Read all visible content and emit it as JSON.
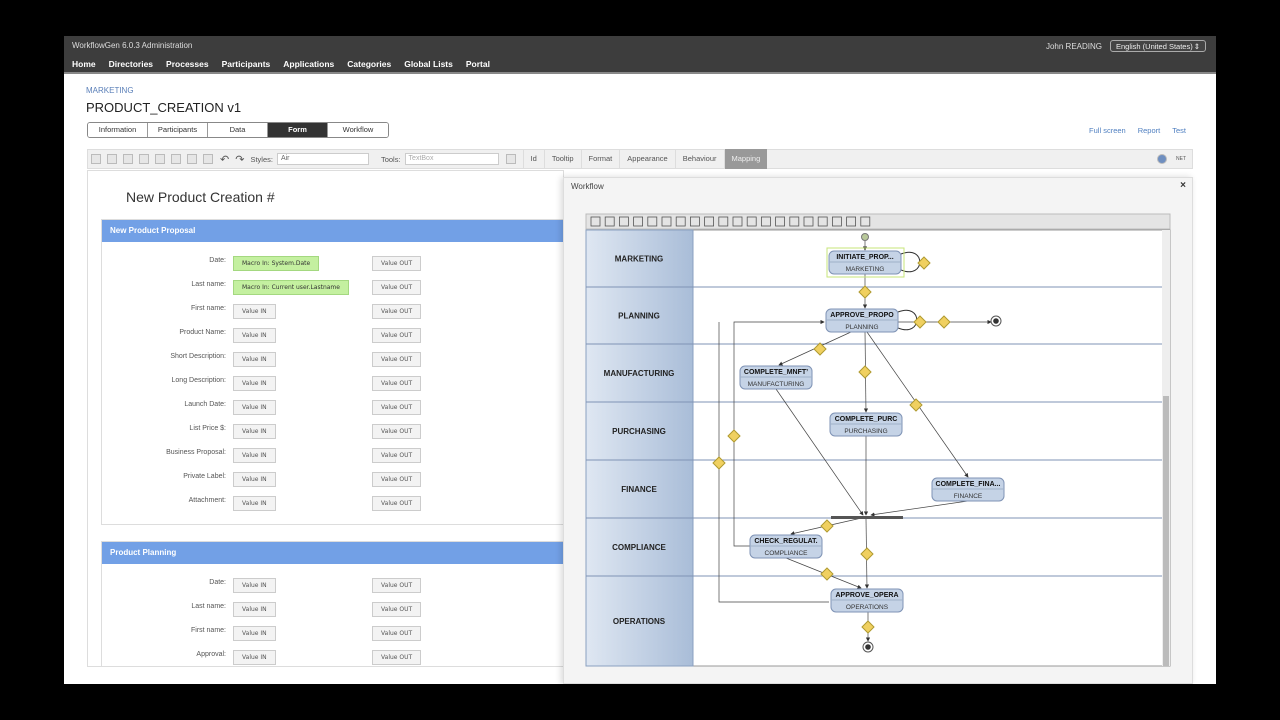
{
  "app": {
    "title": "WorkflowGen 6.0.3 Administration",
    "user": "John READING",
    "language": "English (United States)"
  },
  "nav": [
    "Home",
    "Directories",
    "Processes",
    "Participants",
    "Applications",
    "Categories",
    "Global Lists",
    "Portal"
  ],
  "breadcrumb": "MARKETING",
  "page_title": "PRODUCT_CREATION v1",
  "tabs": [
    {
      "label": "Information"
    },
    {
      "label": "Participants"
    },
    {
      "label": "Data"
    },
    {
      "label": "Form",
      "active": true
    },
    {
      "label": "Workflow"
    }
  ],
  "links": [
    "Full screen",
    "Report",
    "Test"
  ],
  "toolbar": {
    "styles_label": "Styles:",
    "styles_value": "Air",
    "tools_label": "Tools:",
    "tools_value": "TextBox",
    "tabs": [
      "Id",
      "Tooltip",
      "Format",
      "Appearance",
      "Behaviour",
      "Mapping"
    ],
    "active_tab": "Mapping",
    "net_label": "NET"
  },
  "form": {
    "title": "New Product Creation #",
    "sections": [
      {
        "title": "New Product Proposal",
        "rows": [
          {
            "label": "Date:",
            "in": "Macro In: System.Date",
            "macro": true,
            "out": "Value OUT"
          },
          {
            "label": "Last name:",
            "in": "Macro In: Current user.Lastname",
            "macro": true,
            "out": "Value OUT"
          },
          {
            "label": "First name:",
            "in": "Value IN",
            "out": "Value OUT"
          },
          {
            "label": "Product Name:",
            "in": "Value IN",
            "out": "Value OUT"
          },
          {
            "label": "Short Description:",
            "in": "Value IN",
            "out": "Value OUT"
          },
          {
            "label": "Long Description:",
            "in": "Value IN",
            "out": "Value OUT"
          },
          {
            "label": "Launch Date:",
            "in": "Value IN",
            "out": "Value OUT"
          },
          {
            "label": "List Price $:",
            "in": "Value IN",
            "out": "Value OUT"
          },
          {
            "label": "Business Proposal:",
            "in": "Value IN",
            "out": "Value OUT"
          },
          {
            "label": "Private Label:",
            "in": "Value IN",
            "out": "Value OUT"
          },
          {
            "label": "Attachment:",
            "in": "Value IN",
            "out": "Value OUT"
          }
        ]
      },
      {
        "title": "Product Planning",
        "rows": [
          {
            "label": "Date:",
            "in": "Value IN",
            "out": "Value OUT"
          },
          {
            "label": "Last name:",
            "in": "Value IN",
            "out": "Value OUT"
          },
          {
            "label": "First name:",
            "in": "Value IN",
            "out": "Value OUT"
          },
          {
            "label": "Approval:",
            "in": "Value IN",
            "out": "Value OUT"
          }
        ]
      }
    ]
  },
  "workflow": {
    "title": "Workflow",
    "close": "×",
    "lanes": [
      "MARKETING",
      "PLANNING",
      "MANUFACTURING",
      "PURCHASING",
      "FINANCE",
      "COMPLIANCE",
      "OPERATIONS"
    ],
    "actions": [
      {
        "name": "INITIATE_PROP...",
        "lane": "MARKETING"
      },
      {
        "name": "APPROVE_PROPO",
        "lane": "PLANNING"
      },
      {
        "name": "COMPLETE_MNFT’",
        "lane": "MANUFACTURING"
      },
      {
        "name": "COMPLETE_PURC",
        "lane": "PURCHASING"
      },
      {
        "name": "COMPLETE_FINA...",
        "lane": "FINANCE"
      },
      {
        "name": "CHECK_REGULAT.",
        "lane": "COMPLIANCE"
      },
      {
        "name": "APPROVE_OPERA",
        "lane": "OPERATIONS"
      }
    ],
    "colors": {
      "lane_header": "#a9bdd8",
      "node": "#c5d3e6",
      "condition": "#f0d060"
    }
  }
}
